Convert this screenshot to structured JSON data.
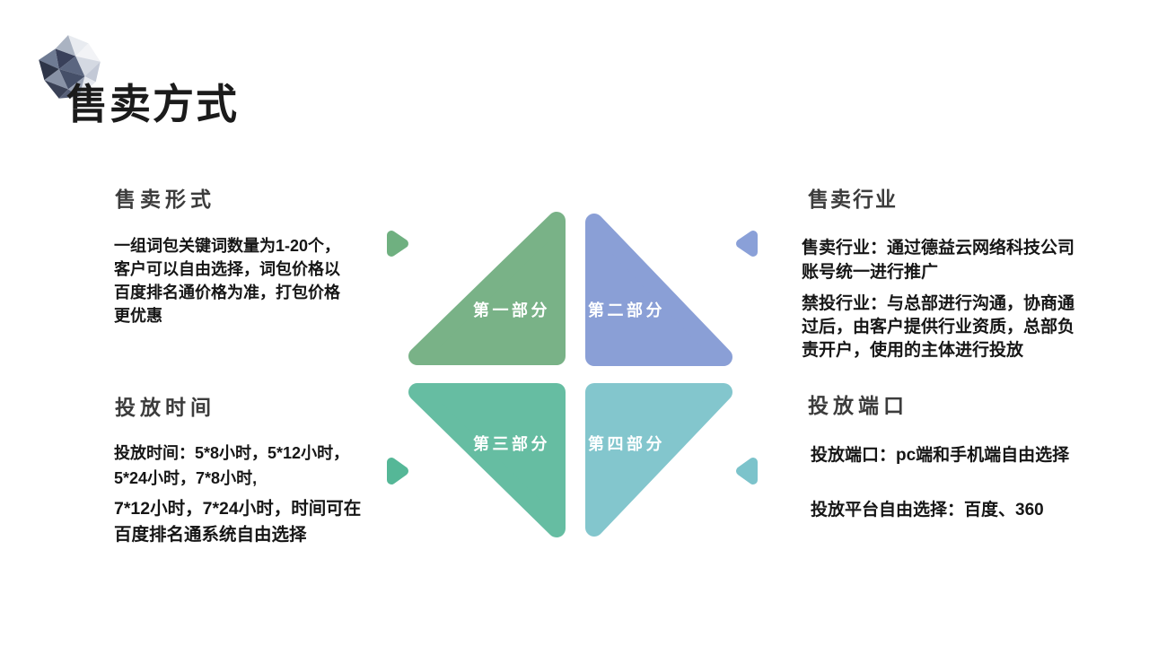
{
  "header": {
    "title": "售卖方式",
    "logo_icon": "crystal-logo-icon"
  },
  "sections": {
    "sell_form": {
      "heading": "售卖形式",
      "body": "一组词包关键词数量为1-20个，客户可以自由选择，词包价格以百度排名通价格为准，打包价格更优惠"
    },
    "delivery_time": {
      "heading": "投放时间",
      "p1": "投放时间：5*8小时，5*12小时，5*24小时，7*8小时,",
      "p2": "7*12小时，7*24小时，时间可在百度排名通系统自由选择"
    },
    "sell_industry": {
      "heading": "售卖行业",
      "p1": "售卖行业：通过德益云网络科技公司账号统一进行推广",
      "p2": "禁投行业：与总部进行沟通，协商通过后，由客户提供行业资质，总部负责开户，使用的主体进行投放"
    },
    "delivery_port": {
      "heading": "投放端口",
      "p1": "投放端口：pc端和手机端自由选择",
      "p2": "投放平台自由选择：百度、360"
    }
  },
  "diagram": {
    "parts": {
      "part1": "第一部分",
      "part2": "第二部分",
      "part3": "第三部分",
      "part4": "第四部分"
    },
    "colors": {
      "part1": "#79b287",
      "part2": "#8a9fd6",
      "part3": "#66bda2",
      "part4": "#83c6cd",
      "arrow_top_left": "#6fb080",
      "arrow_bottom_left": "#55b797",
      "arrow_top_right": "#8aa0d8",
      "arrow_bottom_right": "#7cc3cb"
    }
  }
}
